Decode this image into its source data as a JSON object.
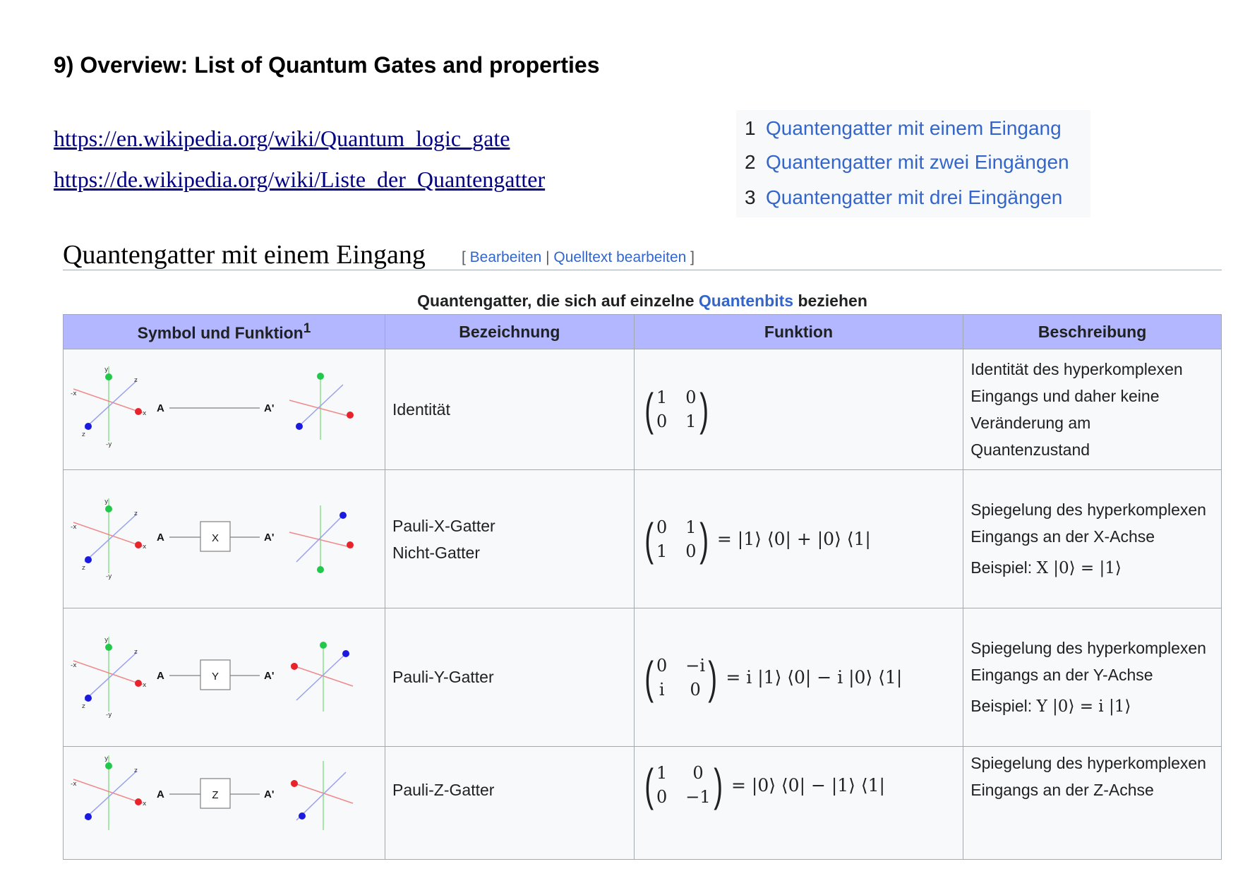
{
  "heading": "9) Overview: List of Quantum Gates and properties",
  "links": [
    "https://en.wikipedia.org/wiki/Quantum_logic_gate",
    "https://de.wikipedia.org/wiki/Liste_der_Quantengatter"
  ],
  "toc": [
    {
      "num": "1",
      "label": "Quantengatter mit einem Eingang"
    },
    {
      "num": "2",
      "label": "Quantengatter mit zwei Eingängen"
    },
    {
      "num": "3",
      "label": "Quantengatter mit drei Eingängen"
    }
  ],
  "section": {
    "title": "Quantengatter mit einem Eingang",
    "edit_open": "[ ",
    "edit_label": "Bearbeiten",
    "edit_sep": " | ",
    "source_label": "Quelltext bearbeiten",
    "edit_close": " ]"
  },
  "caption": {
    "before": "Quantengatter, die sich auf einzelne ",
    "link": "Quantenbits",
    "after": " beziehen"
  },
  "table": {
    "headers": [
      "Symbol und Funktion",
      "Bezeichnung",
      "Funktion",
      "Beschreibung"
    ],
    "header_sup": "1",
    "rows": [
      {
        "gate": "",
        "name1": "Identität",
        "name2": "",
        "matrix": [
          "1",
          "0",
          "0",
          "1"
        ],
        "rhs": "",
        "desc": "Identität des hyperkomplexen Eingangs und daher keine Veränderung am Quantenzustand",
        "example_label": "",
        "example_math": ""
      },
      {
        "gate": "X",
        "name1": "Pauli-X-Gatter",
        "name2": "Nicht-Gatter",
        "matrix": [
          "0",
          "1",
          "1",
          "0"
        ],
        "rhs": "= |1⟩ ⟨0| + |0⟩ ⟨1|",
        "desc": "Spiegelung des hyperkomplexen Eingangs an der X-Achse",
        "example_label": "Beispiel: ",
        "example_math": "X |0⟩ = |1⟩"
      },
      {
        "gate": "Y",
        "name1": "Pauli-Y-Gatter",
        "name2": "",
        "matrix": [
          "0",
          "−i",
          "i",
          "0"
        ],
        "rhs": "= i |1⟩ ⟨0| − i |0⟩ ⟨1|",
        "desc": "Spiegelung des hyperkomplexen Eingangs an der Y-Achse",
        "example_label": "Beispiel: ",
        "example_math": "Y |0⟩ = i |1⟩"
      },
      {
        "gate": "Z",
        "name1": "Pauli-Z-Gatter",
        "name2": "",
        "matrix": [
          "1",
          "0",
          "0",
          "−1"
        ],
        "rhs": "= |0⟩ ⟨0| − |1⟩ ⟨1|",
        "desc": "Spiegelung des hyperkomplexen Eingangs an der Z-Achse",
        "example_label": "",
        "example_math": ""
      }
    ]
  },
  "diagram": {
    "label_in": "A",
    "label_out": "A'",
    "axis_labels": [
      "y",
      "z",
      "x",
      "z",
      "-x",
      "-y"
    ],
    "colors": {
      "green": "#22c84a",
      "red": "#e8232b",
      "blue": "#1a1ae0",
      "axis_x": "#f08a8a",
      "axis_y": "#8ae08a",
      "axis_z": "#9aa0f0",
      "line": "#808080"
    }
  }
}
